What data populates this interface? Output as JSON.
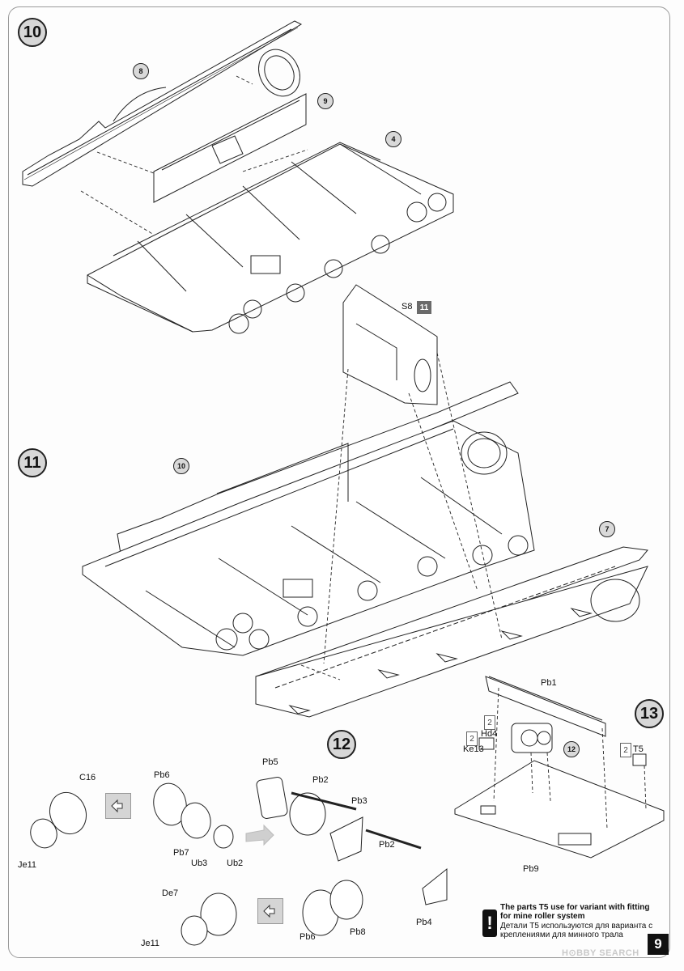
{
  "steps": {
    "s10": "10",
    "s11": "11",
    "s12": "12",
    "s13": "13"
  },
  "part_refs": {
    "r8": "8",
    "r9": "9",
    "r4": "4",
    "r10": "10",
    "r7": "7",
    "r12": "12"
  },
  "labels": {
    "s8": "S8",
    "s8_sheet": "11",
    "c16": "C16",
    "je11_a": "Je11",
    "pb6_a": "Pb6",
    "pb7": "Pb7",
    "ub3": "Ub3",
    "ub2": "Ub2",
    "pb5": "Pb5",
    "pb2_a": "Pb2",
    "pb3": "Pb3",
    "pb2_b": "Pb2",
    "pb4": "Pb4",
    "pb8": "Pb8",
    "pb6_b": "Pb6",
    "de7": "De7",
    "je11_b": "Je11",
    "pb1": "Pb1",
    "hd4": "Hd4",
    "ke13": "Ke13",
    "t5": "T5",
    "pb9": "Pb9"
  },
  "quantities": {
    "hd4_qty": "2",
    "ke13_qty": "2",
    "t5_qty": "2"
  },
  "icons": {
    "glue": "cement-icon",
    "note": "attention-icon",
    "arrow": "assembly-arrow-icon"
  },
  "note": {
    "mark": "!",
    "en": "The parts T5 use for variant  with fitting for mine roller system",
    "ru": "Детали Т5 используются для варианта с креплениями для  минного трала"
  },
  "page_number": "9",
  "watermark": "H⊙BBY SEARCH"
}
